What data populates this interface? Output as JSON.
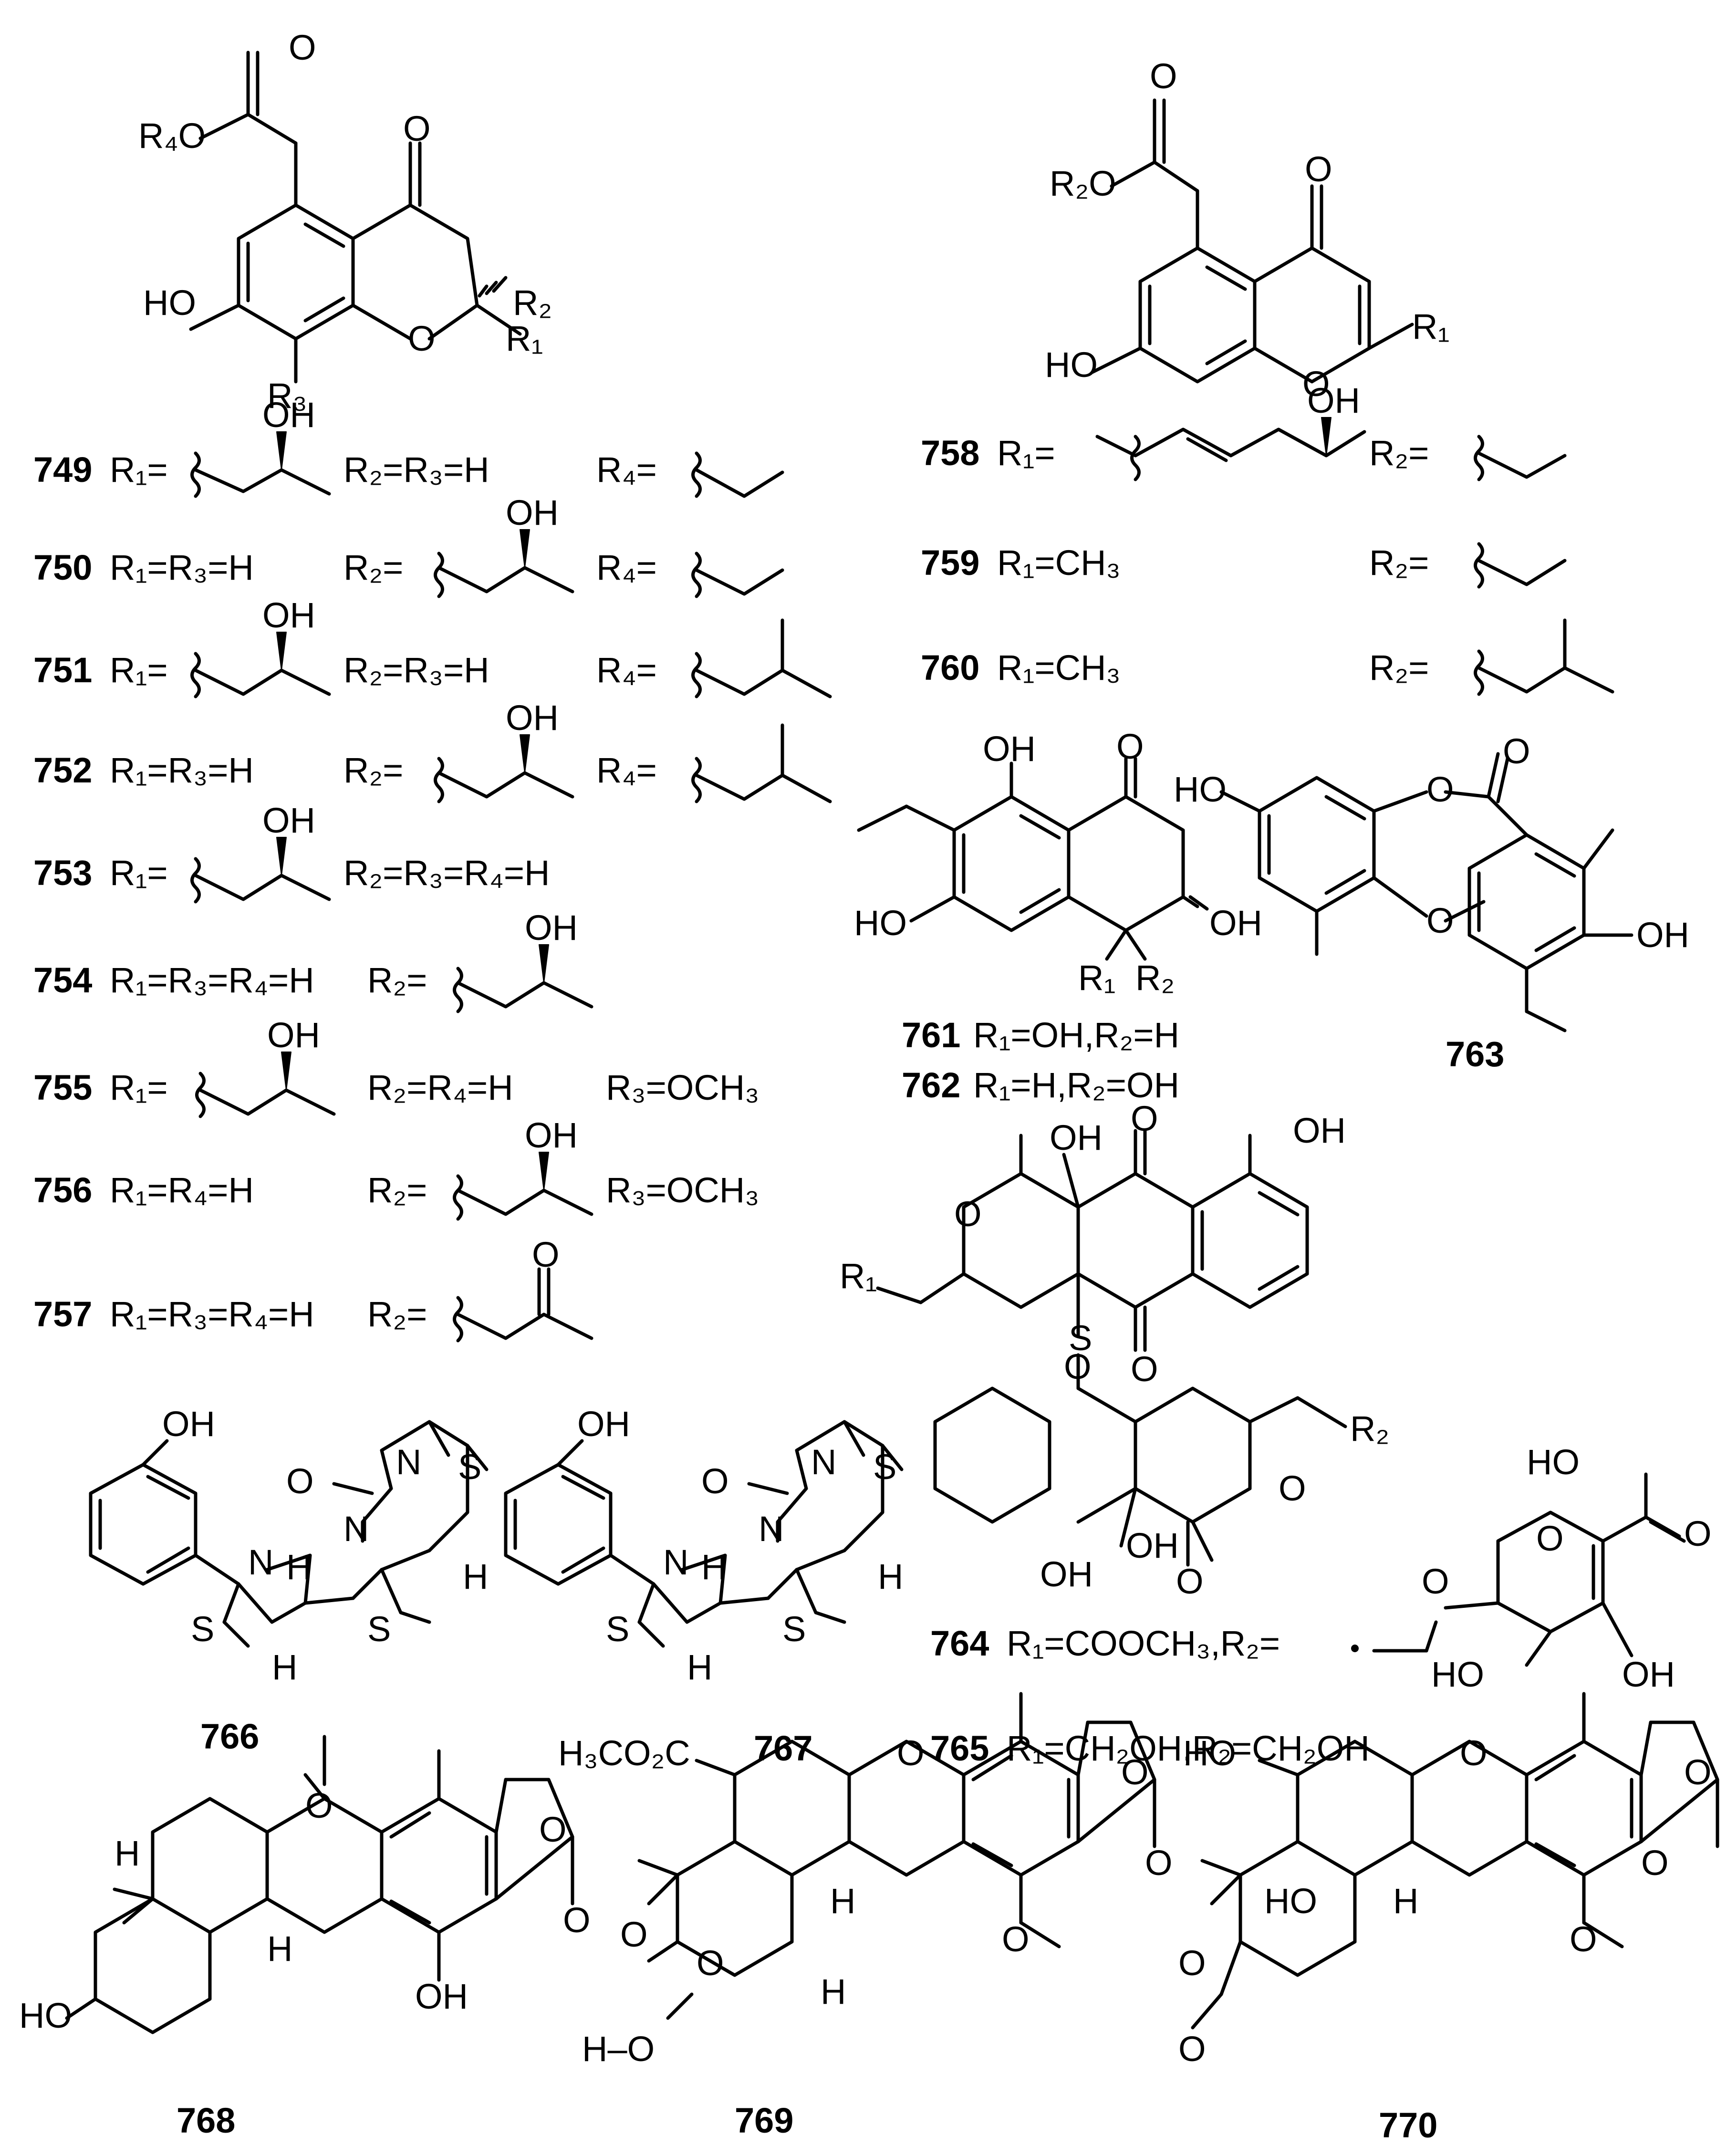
{
  "compounds": {
    "c749_757_core": {
      "R4O": "R₄O",
      "O_top": "O",
      "O_keto": "O",
      "HO": "HO",
      "O_ring": "O",
      "R1": "R₁",
      "R2": "R₂",
      "R3": "R₃"
    },
    "c758_760_core": {
      "R2O": "R₂O",
      "O_top": "O",
      "O_keto": "O",
      "HO": "HO",
      "O_ring": "O",
      "R1": "R₁"
    },
    "c761_762": {
      "OH_top": "OH",
      "O_keto": "O",
      "OMe": "",
      "HO": "HO",
      "OH_right": "OH",
      "R1": "R₁",
      "R2": "R₂"
    },
    "c763": {
      "HO": "HO",
      "O1": "O",
      "O2": "O",
      "O3": "O",
      "OH": "OH",
      "number": "763"
    },
    "c764_765": {
      "OH1": "OH",
      "O1": "O",
      "OH2": "OH",
      "O_ring1": "O",
      "R1": "R₁",
      "O2": "O",
      "S": "S",
      "O3": "O",
      "R2": "R₂",
      "O_ring2": "O",
      "OH3": "OH",
      "O4": "O",
      "OH4": "OH",
      "HO_acid": "HO",
      "O_acid": "O",
      "O_sugar": "O",
      "O_link": "O",
      "HO_sugar": "HO",
      "OH_sugar": "OH"
    },
    "c766": {
      "OH": "OH",
      "O": "O",
      "N1": "N",
      "N2": "N",
      "N3": "N",
      "S1": "S",
      "S2": "S",
      "S3": "S",
      "H1": "H",
      "H2": "H",
      "H3": "H",
      "number": "766"
    },
    "c767": {
      "OH": "OH",
      "O": "O",
      "N1": "N",
      "N2": "N",
      "N3": "N",
      "S1": "S",
      "S2": "S",
      "S3": "S",
      "H1": "H",
      "H2": "H",
      "H3": "H",
      "number": "767"
    },
    "c768": {
      "O_ring": "O",
      "O_lac": "O",
      "O_carb": "O",
      "H1": "H",
      "H2": "H",
      "OH": "OH",
      "HO": "HO",
      "number": "768"
    },
    "c769": {
      "ester": "H₃CO₂C",
      "O_ring": "O",
      "O_lac": "O",
      "O_carb": "O",
      "O_m": "O",
      "O1": "O",
      "O2": "O",
      "H1": "H",
      "H2": "H",
      "HO": "H–O",
      "number": "769"
    },
    "c770": {
      "HO": "HO",
      "O_ring": "O",
      "O_lac": "O",
      "O_carb": "O",
      "O_m": "O",
      "HO2": "HO",
      "H": "H",
      "O_l1": "O",
      "O_l2": "O",
      "number": "770"
    }
  },
  "labels_749_757": [
    {
      "num": "749",
      "a": "R₁=",
      "b": "R₂=R₃=H",
      "c": "R₄="
    },
    {
      "num": "750",
      "a": "R₁=R₃=H",
      "b": "R₂=",
      "c": "R₄="
    },
    {
      "num": "751",
      "a": "R₁=",
      "b": "R₂=R₃=H",
      "c": "R₄="
    },
    {
      "num": "752",
      "a": "R₁=R₃=H",
      "b": "R₂=",
      "c": "R₄="
    },
    {
      "num": "753",
      "a": "R₁=",
      "b": "R₂=R₃=R₄=H",
      "c": ""
    },
    {
      "num": "754",
      "a": "R₁=R₃=R₄=H",
      "b": "R₂=",
      "c": ""
    },
    {
      "num": "755",
      "a": "R₁=",
      "b": "R₂=R₄=H",
      "c": "R₃=OCH₃"
    },
    {
      "num": "756",
      "a": "R₁=R₄=H",
      "b": "R₂=",
      "c": "R₃=OCH₃"
    },
    {
      "num": "757",
      "a": "R₁=R₃=R₄=H",
      "b": "R₂=",
      "c": ""
    }
  ],
  "labels_758_760": [
    {
      "num": "758",
      "a": "R₁=",
      "b": "R₂="
    },
    {
      "num": "759",
      "a": "R₁=CH₃",
      "b": "R₂="
    },
    {
      "num": "760",
      "a": "R₁=CH₃",
      "b": "R₂="
    }
  ],
  "labels_761_762": [
    {
      "num": "761",
      "text": "R₁=OH,R₂=H"
    },
    {
      "num": "762",
      "text": "R₁=H,R₂=OH"
    }
  ],
  "labels_764_765": [
    {
      "num": "764",
      "text": "R₁=COOCH₃,R₂="
    },
    {
      "num": "765",
      "text": "R₁=CH₂OH,R₂=CH₂OH"
    }
  ],
  "substituent_OH": "OH",
  "substituent_O": "O"
}
